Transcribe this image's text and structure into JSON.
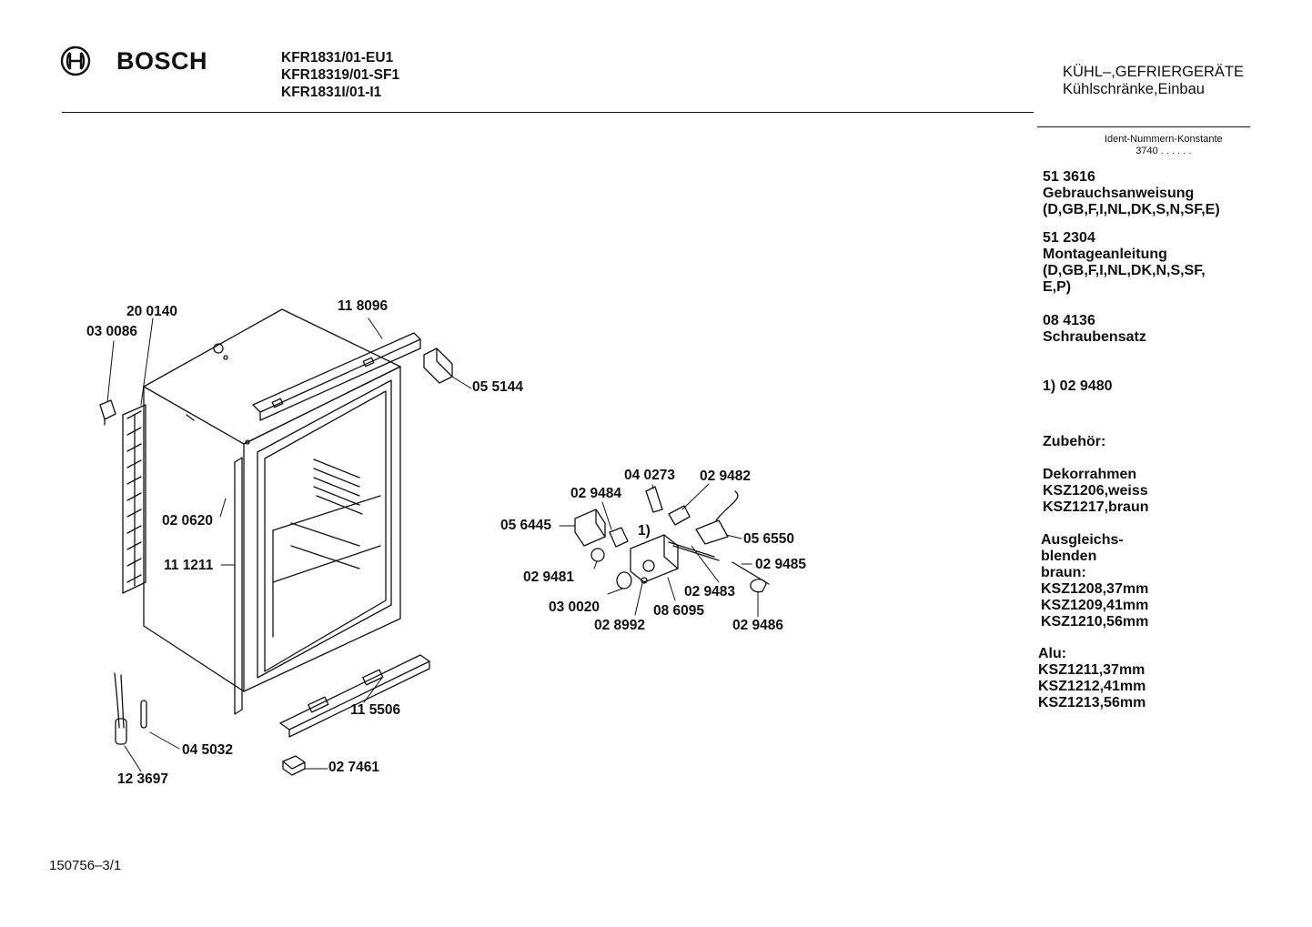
{
  "header": {
    "brand": "BOSCH",
    "models": [
      "KFR1831/01-EU1",
      "KFR18319/01-SF1",
      "KFR1831I/01-I1"
    ],
    "category_line1": "KÜHL–,GEFRIERGERÄTE",
    "category_line2": "Kühlschränke,Einbau"
  },
  "ident": {
    "label": "Ident-Nummern-Konstante",
    "value": "3740  . .  . . . ."
  },
  "side_list": {
    "entries": [
      [
        "51 3616",
        "Gebrauchsanweisung",
        "(D,GB,F,I,NL,DK,S,N,SF,E)"
      ],
      [
        "51 2304",
        "Montageanleitung",
        "(D,GB,F,I,NL,DK,N,S,SF,",
        "E,P)"
      ],
      [
        "08 4136",
        "Schraubensatz"
      ],
      [
        "1)  02 9480"
      ],
      [
        "Zubehör:"
      ],
      [
        "Dekorrahmen",
        "KSZ1206,weiss",
        "KSZ1217,braun"
      ],
      [
        "Ausgleichs-",
        "blenden",
        "braun:",
        "KSZ1208,37mm",
        "KSZ1209,41mm",
        "KSZ1210,56mm"
      ],
      [
        "Alu:",
        "KSZ1211,37mm",
        "KSZ1212,41mm",
        "KSZ1213,56mm"
      ]
    ]
  },
  "part_labels": {
    "p200140": "20 0140",
    "p030086": "03 0086",
    "p118096": "11 8096",
    "p055144": "05 5144",
    "p020620": "02 0620",
    "p111211": "11 1211",
    "p115506": "11 5506",
    "p045032": "04 5032",
    "p123697": "12 3697",
    "p027461": "02 7461",
    "p040273": "04 0273",
    "p029482": "02 9482",
    "p029484": "02 9484",
    "p056445": "05 6445",
    "p056550": "05 6550",
    "note1": "1)",
    "p029481": "02 9481",
    "p029485": "02 9485",
    "p029483": "02 9483",
    "p030020": "03 0020",
    "p086095": "08 6095",
    "p028992": "02 8992",
    "p029486": "02 9486"
  },
  "footer": {
    "drawing_number": "150756–3/1"
  }
}
